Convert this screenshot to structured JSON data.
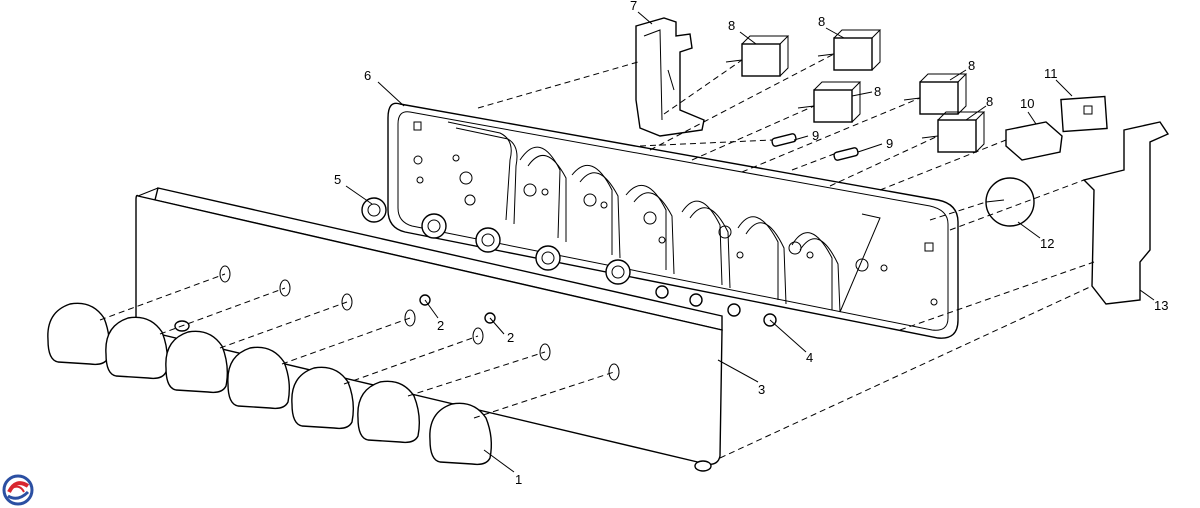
{
  "diagram": {
    "callouts": [
      "1",
      "2",
      "2",
      "3",
      "4",
      "5",
      "6",
      "7",
      "8",
      "8",
      "8",
      "8",
      "8",
      "9",
      "9",
      "10",
      "11",
      "12",
      "13"
    ]
  },
  "colors": {
    "line": "#000000",
    "logo_red": "#d8262f",
    "logo_blue": "#2b4fa2"
  },
  "icons": {
    "logo": "brand-swirl-logo"
  }
}
